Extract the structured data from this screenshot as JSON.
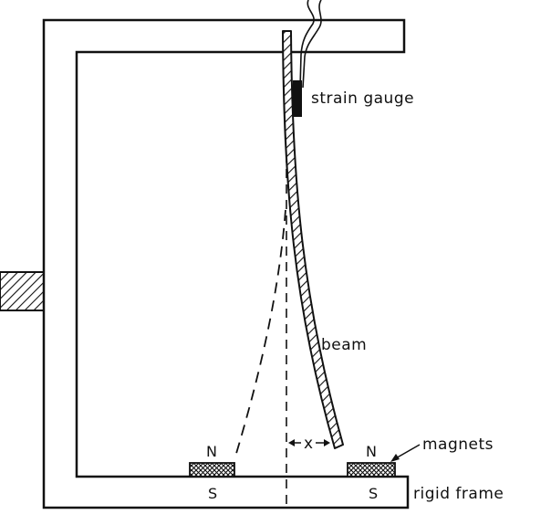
{
  "labels": {
    "strain_gauge": "strain gauge",
    "beam": "beam",
    "displacement": "x",
    "magnets": "magnets",
    "rigid_frame": "rigid frame"
  },
  "poles": {
    "left_top": "N",
    "left_bottom": "S",
    "right_top": "N",
    "right_bottom": "S"
  }
}
